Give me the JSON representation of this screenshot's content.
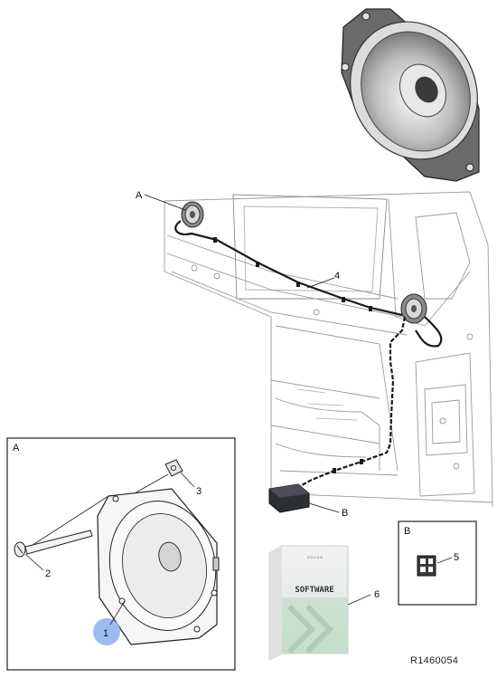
{
  "callouts": {
    "A": "A",
    "B": "B",
    "c1": "1",
    "c2": "2",
    "c3": "3",
    "c4": "4",
    "c5": "5",
    "c6": "6"
  },
  "detail_boxes": {
    "a_label": "A",
    "b_label": "B"
  },
  "software_box": {
    "brand": "VOLVO",
    "title": "SOFTWARE"
  },
  "reference_number": "R1460054",
  "colors": {
    "line": "#1a1a1a",
    "body_grey": "#cfcfcf",
    "highlight": "#9bbcf0",
    "box_green": "#cfe3d6"
  }
}
